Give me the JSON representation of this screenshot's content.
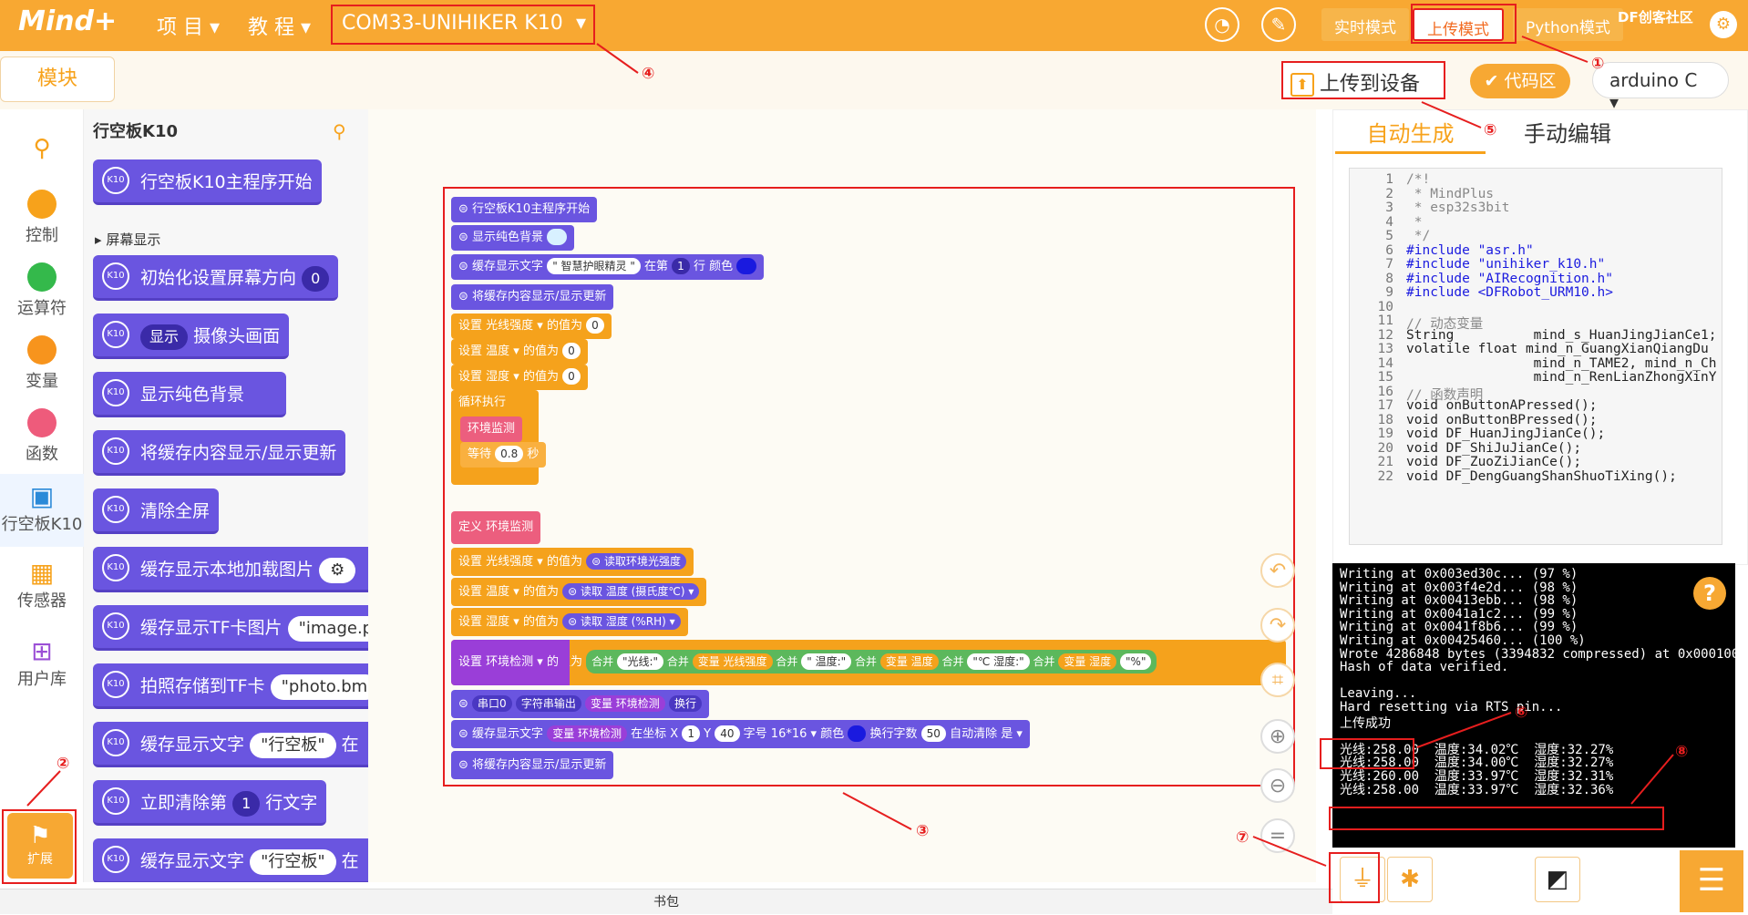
{
  "topbar": {
    "logo": "Mind+",
    "menu_project": "项 目",
    "menu_tutorial": "教 程",
    "device": "COM33-UNIHIKER K10",
    "mode_realtime": "实时模式",
    "mode_upload": "上传模式",
    "mode_python": "Python模式",
    "brand": "DF创客社区"
  },
  "toolbar": {
    "tab_blocks": "模块",
    "upload_button": "上传到设备",
    "code_area": "代码区",
    "language": "arduino C"
  },
  "categories": [
    "控制",
    "运算符",
    "变量",
    "函数",
    "行空板K10",
    "传感器",
    "用户库"
  ],
  "extend_label": "扩展",
  "palette": {
    "title": "行空板K10",
    "section": "屏幕显示",
    "blocks": {
      "main": "行空板K10主程序开始",
      "init_dir": "初始化设置屏幕方向",
      "init_val": "0",
      "show_opt": "显示",
      "camera": "摄像头画面",
      "solid_bg": "显示纯色背景",
      "refresh": "将缓存内容显示/显示更新",
      "clear": "清除全屏",
      "local_img": "缓存显示本地加载图片",
      "tf_img": "缓存显示TF卡图片",
      "tf_img_val": "\"image.p",
      "photo": "拍照存储到TF卡",
      "photo_val": "\"photo.bm",
      "cache_text": "缓存显示文字",
      "text_val": "\"行空板\"",
      "at_suffix": "在",
      "clear_line": "立即清除第",
      "clear_line_val": "1",
      "line_text": "行文字"
    }
  },
  "workspace": {
    "b1": "行空板K10主程序开始",
    "b2": "显示纯色背景",
    "b3a": "缓存显示文字",
    "b3b": "\" 智慧护眼精灵 \"",
    "b3c": "在第",
    "b3d": "1",
    "b3e": "行 颜色",
    "b4": "将缓存内容显示/显示更新",
    "set": "设置",
    "light_var": "光线强度",
    "temp_var": "温度",
    "hum_var": "湿度",
    "val_of": "的值为",
    "zero": "0",
    "loop": "循环执行",
    "env": "环境监测",
    "wait": "等待",
    "wait_val": "0.8",
    "sec": "秒",
    "define": "定义",
    "read_light": "读取环境光强度",
    "read": "读取",
    "temp_c": "温度 (摄氏度℃)",
    "hum_rh": "湿度 (%RH)",
    "env_var": "环境检测",
    "join": "合并",
    "lbl_light": "\"光线:\"",
    "var_light": "变量 光线强度",
    "lbl_temp": "\" 温度:\"",
    "var_temp": "变量 温度",
    "lbl_hum": "\"℃ 湿度:\"",
    "var_hum": "变量 湿度",
    "pct": "\"%\"",
    "serial": "串口0",
    "str_out": "字符串输出",
    "var_env": "变量 环境检测",
    "newline": "换行",
    "pos": "在坐标 X",
    "x": "1",
    "y_lbl": "Y",
    "y": "40",
    "font": "字号",
    "font_val": "16*16",
    "color": "颜色",
    "wrap": "换行字数",
    "wrap_val": "50",
    "auto": "自动清除",
    "yes": "是"
  },
  "code_tabs": {
    "auto": "自动生成",
    "manual": "手动编辑"
  },
  "code_lines": [
    "/*!",
    " * MindPlus",
    " * esp32s3bit",
    " *",
    " */",
    "#include \"asr.h\"",
    "#include \"unihiker_k10.h\"",
    "#include \"AIRecognition.h\"",
    "#include <DFRobot_URM10.h>",
    "",
    "// 动态变量",
    "String          mind_s_HuanJingJianCe1;",
    "volatile float mind_n_GuangXianQiangDu",
    "                mind_n_TAME2, mind_n_Ch",
    "                mind_n_RenLianZhongXinY",
    "// 函数声明",
    "void onButtonAPressed();",
    "void onButtonBPressed();",
    "void DF_HuanJingJianCe();",
    "void DF_ShiJuJianCe();",
    "void DF_ZuoZiJianCe();",
    "void DF_DengGuangShanShuoTiXing();"
  ],
  "terminal": [
    "Writing at 0x003ed30c... (97 %)",
    "Writing at 0x003f4e2d... (98 %)",
    "Writing at 0x00413ebb... (98 %)",
    "Writing at 0x0041a1c2... (99 %)",
    "Writing at 0x0041f8b6... (99 %)",
    "Writing at 0x00425460... (100 %)",
    "Wrote 4286848 bytes (3394832 compressed) at 0x000100",
    "Hash of data verified.",
    "",
    "Leaving...",
    "Hard resetting via RTS pin...",
    "上传成功",
    "",
    "光线:258.00  温度:34.02℃  湿度:32.27%",
    "光线:258.00  温度:34.00℃  湿度:32.27%",
    "光线:260.00  温度:33.97℃  湿度:32.31%",
    "光线:258.00  温度:33.97℃  湿度:32.36%"
  ],
  "bottom": {
    "bookmark": "书包"
  },
  "annotations": [
    "①",
    "②",
    "③",
    "④",
    "⑤",
    "⑥",
    "⑦",
    "⑧"
  ]
}
